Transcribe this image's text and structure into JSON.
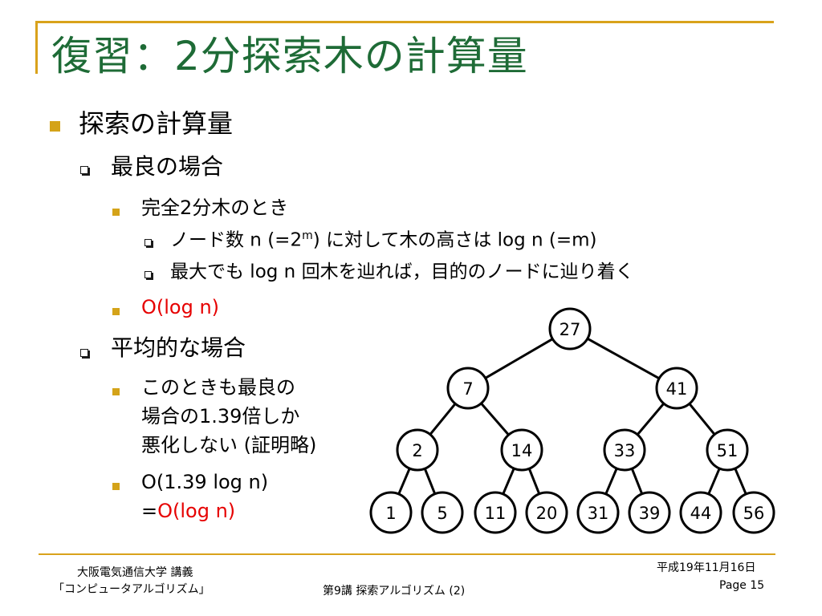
{
  "title": "復習：2分探索木の計算量",
  "level1": {
    "text": "探索の計算量"
  },
  "best": {
    "heading": "最良の場合",
    "sub": "完全2分木のとき",
    "detail1_a": "ノード数 n (=2",
    "detail1_sup": "m",
    "detail1_b": ") に対して木の高さは log n (=m)",
    "detail2": "最大でも log n 回木を辿れば，目的のノードに辿り着く",
    "result": "O(log n)"
  },
  "average": {
    "heading": "平均的な場合",
    "sub_lines": [
      "このときも最良の",
      "場合の1.39倍しか",
      "悪化しない (証明略)"
    ],
    "result_line1": "O(1.39 log n)",
    "result_eq": "=",
    "result_red": "O(log n)"
  },
  "tree_nodes": [
    "27",
    "7",
    "41",
    "2",
    "14",
    "33",
    "51",
    "1",
    "5",
    "11",
    "20",
    "31",
    "39",
    "44",
    "56"
  ],
  "footer": {
    "left_line1": "大阪電気通信大学 講義",
    "left_line2": "「コンピュータアルゴリズム」",
    "center": "第9講 探索アルゴリズム (2)",
    "date": "平成19年11月16日",
    "page": "Page 15"
  },
  "colors": {
    "title": "#1e6b36",
    "accent": "#d9a21b",
    "highlight": "#e60000"
  }
}
